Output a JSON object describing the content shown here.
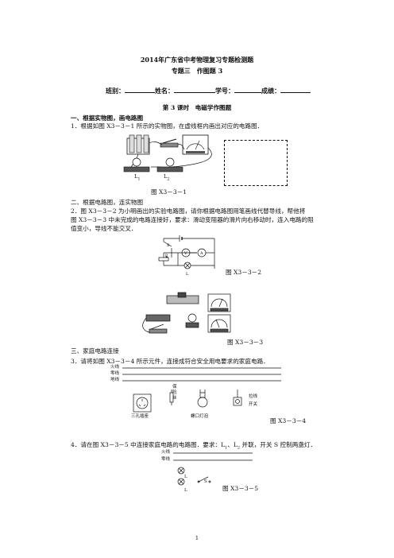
{
  "header": {
    "title": "2014年广东省中考物理复习专题检测题",
    "subtitle": "专题三　作图题 3"
  },
  "info_row": {
    "class_label": "班别：",
    "name_label": "姓名：",
    "id_label": "学号：",
    "score_label": "成绩："
  },
  "lesson_title": "第 3 课时　电磁学作图题",
  "section1": {
    "heading": "一、根据实物图，画电路图",
    "q1": "1．根据如图 X3－3－1 所示的实物图，在虚线框内画出对应的电路图．",
    "fig_label": "图 X3－3－1",
    "l1": "L",
    "l2": "L",
    "sub1": "1",
    "sub2": "2"
  },
  "section2": {
    "heading": "二、根据电路图，连实物图",
    "q2_line1": "2．图 X3－3－2 为小明画出的实验电路图，请你根据电路图用笔画线代替导线，帮他将",
    "q2_line2": "图 X3－3－3 中未完成的电路连接好，要求：滑动变阻器的滑片向右移动时，连入电路的阻",
    "q2_line3": "值变小，导线不能交叉．",
    "fig2_label": "图 X3－3－2",
    "fig3_label": "图 X3－3－3",
    "s": "S",
    "v": "V",
    "a": "A",
    "p": "P",
    "l": "L"
  },
  "section3": {
    "heading": "三、家庭电路连接",
    "q3": "3．请将如图 X3－3－4 所示元件，连接成符合安全用电要求的家庭电路．",
    "fire_line": "火线",
    "zero_line": "零线",
    "ground_line": "地线",
    "fuse": [
      "保",
      "险",
      "丝"
    ],
    "socket": "三孔插座",
    "lamp": "螺口灯泡",
    "switch1": "拉线",
    "switch2": "开关",
    "fig4_label": "图 X3－3－4",
    "q4_pre": "4．请在图 X3－3－5 中连接家庭电路的电路图．要求：L",
    "q4_sep": "、L",
    "q4_post": " 并联，开关 S 控制两盏灯．",
    "q4_sub1": "1",
    "q4_sub2": "2",
    "fire_line2": "火线",
    "zero_line2": "零线",
    "l1": "L",
    "l2": "L",
    "s": "S",
    "fig5_label": "图 X3－3－5"
  },
  "footer": {
    "page_number": "1"
  }
}
